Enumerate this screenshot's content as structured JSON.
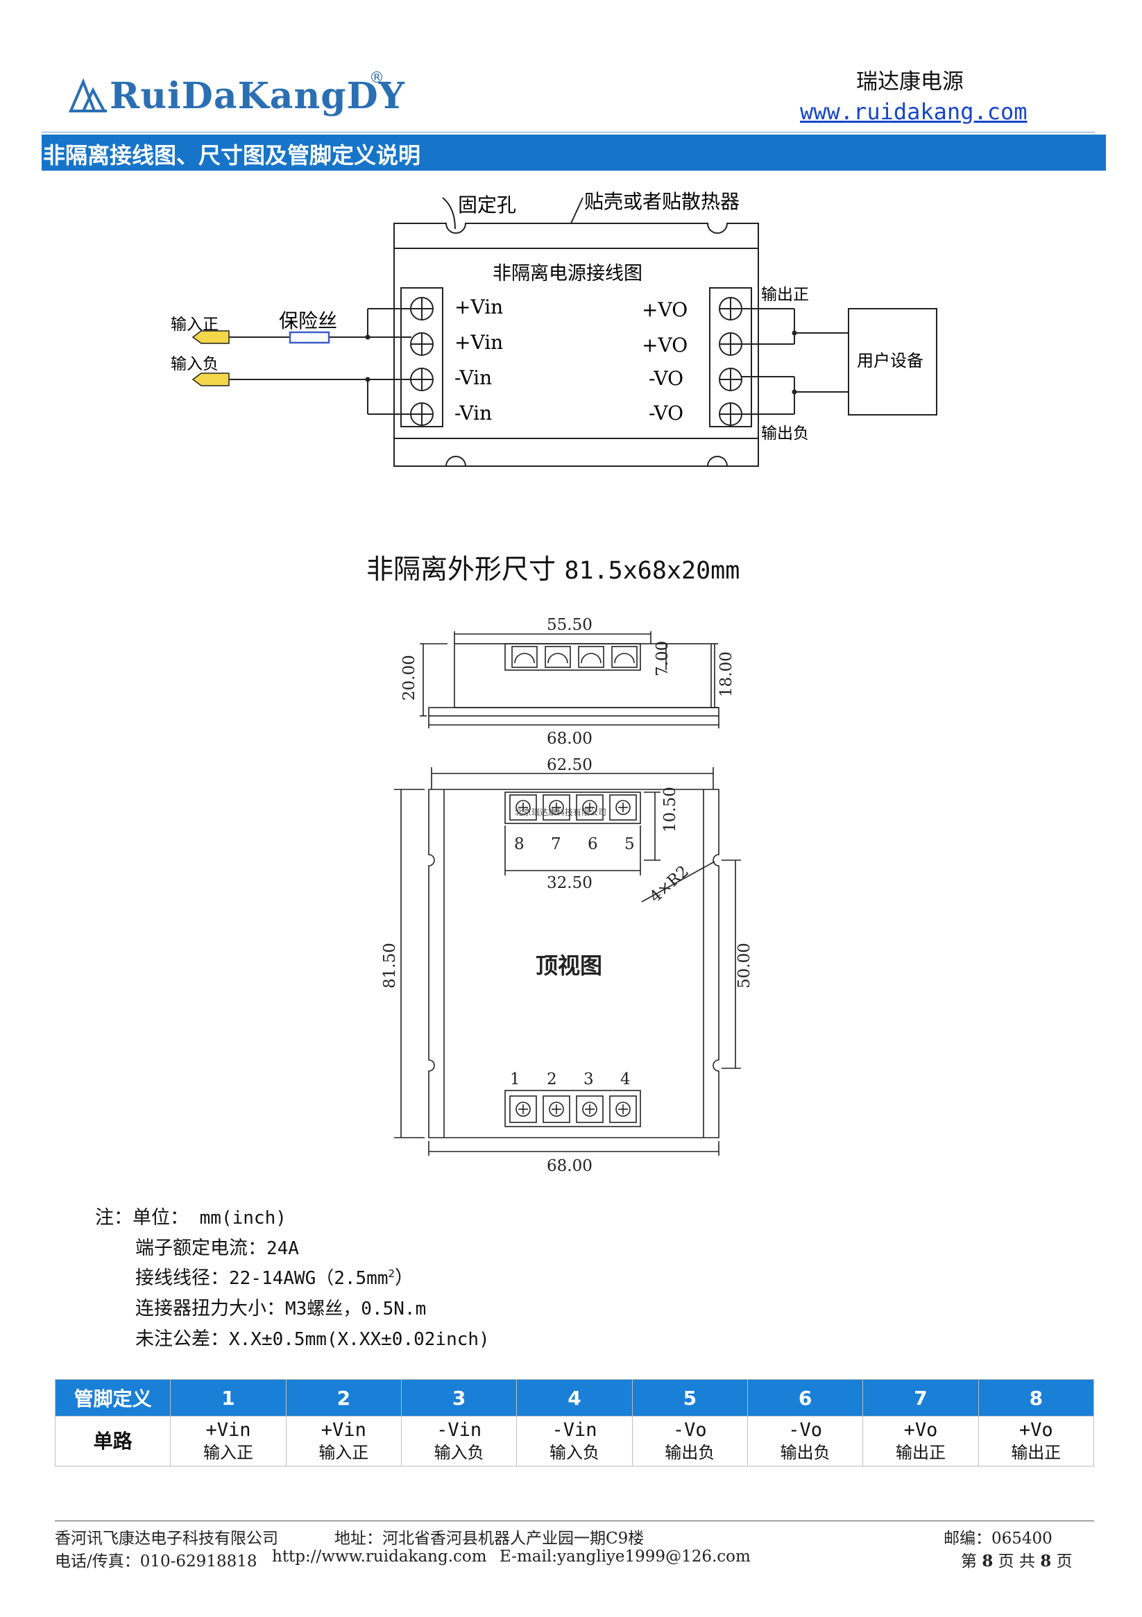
{
  "header": {
    "logo_text": "RuiDaKangDY",
    "logo_reg": "®",
    "brand_cn": "瑞达康电源",
    "website": "www.ruidakang.com"
  },
  "section_title": "非隔离接线图、尺寸图及管脚定义说明",
  "wiring": {
    "fixing_hole": "固定孔",
    "heatsink_note": "贴壳或者贴散热器",
    "diagram_title": "非隔离电源接线图",
    "input_pos": "输入正",
    "input_neg": "输入负",
    "fuse": "保险丝",
    "output_pos": "输出正",
    "output_neg": "输出负",
    "user_device": "用户设备",
    "left_pins": [
      "+Vin",
      "+Vin",
      "-Vin",
      "-Vin"
    ],
    "right_pins": [
      "+VO",
      "+VO",
      "-VO",
      "-VO"
    ],
    "colors": {
      "input_terminal": "#f3d64a",
      "fuse": "#3b5cc9",
      "line": "#222222"
    }
  },
  "dimensions": {
    "title_cn": "非隔离外形尺寸",
    "title_size": "81.5x68x20mm",
    "side_view": {
      "width_top": "55.50",
      "height_total": "20.00",
      "terminal_h": "7.00",
      "height_body": "18.00",
      "width_base": "68.00"
    },
    "top_view": {
      "width_top": "62.50",
      "terminal_offset": "10.50",
      "terminal_span": "32.50",
      "corner_radius": "4×R2",
      "label": "顶视图",
      "length": "81.50",
      "hole_spacing": "50.00",
      "width_bottom": "68.00",
      "top_pin_numbers": [
        "8",
        "7",
        "6",
        "5"
      ],
      "bottom_pin_numbers": [
        "1",
        "2",
        "3",
        "4"
      ],
      "watermark": "北京瑞达康科技有限公司"
    }
  },
  "notes": {
    "unit_label": "注：单位：",
    "unit_value": " mm(inch)",
    "rated_current_label": "端子额定电流：",
    "rated_current_value": "24A",
    "wire_gauge_label": "接线线径：",
    "wire_gauge_value": "22-14AWG（2.5mm",
    "wire_gauge_sup": "2",
    "wire_gauge_close": "）",
    "torque_label": "连接器扭力大小：",
    "torque_value": "M3螺丝，0.5N.m",
    "tolerance_label": "未注公差：",
    "tolerance_value": "X.X±0.5mm(X.XX±0.02inch)"
  },
  "pin_table": {
    "header_label": "管脚定义",
    "pins": [
      "1",
      "2",
      "3",
      "4",
      "5",
      "6",
      "7",
      "8"
    ],
    "row_label": "单路",
    "symbols": [
      "+Vin",
      "+Vin",
      "-Vin",
      "-Vin",
      "-Vo",
      "-Vo",
      "+Vo",
      "+Vo"
    ],
    "descriptions": [
      "输入正",
      "输入正",
      "输入负",
      "输入负",
      "输出负",
      "输出负",
      "输出正",
      "输出正"
    ]
  },
  "footer": {
    "company": "香河讯飞康达电子科技有限公司",
    "address": "地址：河北省香河县机器人产业园一期C9楼",
    "postcode": "邮编：065400",
    "phone": "电话/传真：010-62918818",
    "url": "http://www.ruidakang.com",
    "email": "E-mail:yangliye1999@126.com",
    "page_prefix": "第",
    "page_current": "8",
    "page_middle": "页 共",
    "page_total": "8",
    "page_suffix": "页"
  }
}
